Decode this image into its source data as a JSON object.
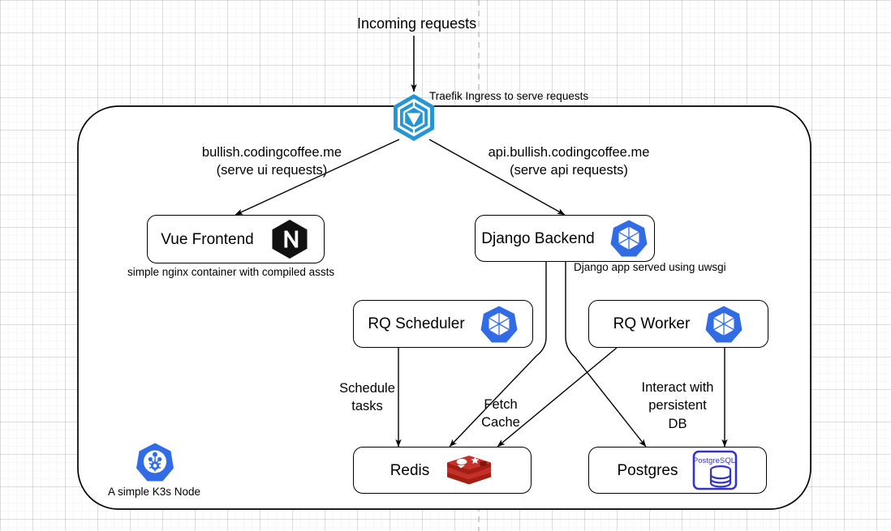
{
  "diagram": {
    "title_label": "Incoming requests",
    "ingress_note": "Traefik Ingress to serve requests",
    "cluster_caption": "A simple K3s Node",
    "frontend_caption": "simple nginx container with compiled assts",
    "backend_caption": "Django app served using uwsgi",
    "colors": {
      "traefik_blue": "#2496d6",
      "kubernetes_blue": "#326ce5",
      "nginx_black": "#111111",
      "redis_red": "#c6302b",
      "postgres_blue": "#3333cc",
      "stroke": "#000000",
      "grid": "#e8e8e8"
    },
    "nodes": [
      {
        "id": "frontend",
        "label": "Vue Frontend",
        "icon": "nginx-icon"
      },
      {
        "id": "backend",
        "label": "Django Backend",
        "icon": "kubernetes-icon"
      },
      {
        "id": "scheduler",
        "label": "RQ Scheduler",
        "icon": "kubernetes-icon"
      },
      {
        "id": "worker",
        "label": "RQ Worker",
        "icon": "kubernetes-icon"
      },
      {
        "id": "redis",
        "label": "Redis",
        "icon": "redis-icon"
      },
      {
        "id": "postgres",
        "label": "Postgres",
        "icon": "postgresql-icon"
      }
    ],
    "edges": [
      {
        "id": "ingress-in",
        "from": "internet",
        "to": "traefik",
        "label": ""
      },
      {
        "id": "traefik-frontend",
        "from": "traefik",
        "to": "frontend",
        "label": "bullish.codingcoffee.me\n(serve ui requests)"
      },
      {
        "id": "traefik-backend",
        "from": "traefik",
        "to": "backend",
        "label": "api.bullish.codingcoffee.me\n(serve api requests)"
      },
      {
        "id": "scheduler-redis",
        "from": "scheduler",
        "to": "redis",
        "label": "Schedule\ntasks"
      },
      {
        "id": "backend-redis",
        "from": "backend",
        "to": "redis",
        "label": "Fetch\nCache"
      },
      {
        "id": "worker-redis",
        "from": "worker",
        "to": "redis",
        "label": ""
      },
      {
        "id": "backend-postgres",
        "from": "backend",
        "to": "postgres",
        "label": ""
      },
      {
        "id": "worker-postgres",
        "from": "worker",
        "to": "postgres",
        "label": "Interact with\npersistent\nDB"
      }
    ],
    "postgres_icon_text": "PostgreSQL",
    "nginx_icon_text": "N"
  }
}
